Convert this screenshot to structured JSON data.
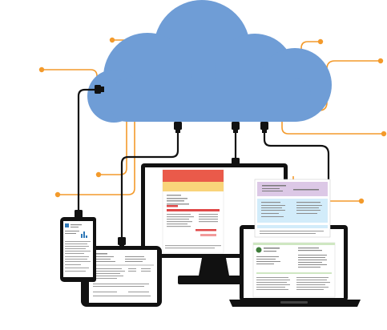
{
  "diagram": {
    "nodes": [
      {
        "id": "cloud",
        "kind": "cloud-storage"
      },
      {
        "id": "phone",
        "kind": "smartphone"
      },
      {
        "id": "tablet",
        "kind": "tablet"
      },
      {
        "id": "monitor",
        "kind": "desktop-monitor"
      },
      {
        "id": "laptop",
        "kind": "laptop"
      }
    ],
    "connections": [
      {
        "from": "cloud",
        "to": "phone"
      },
      {
        "from": "cloud",
        "to": "tablet"
      },
      {
        "from": "cloud",
        "to": "monitor"
      },
      {
        "from": "cloud",
        "to": "laptop"
      }
    ],
    "orange_callouts": 8
  },
  "colors": {
    "cloud": "#6f9dd6",
    "cable": "#111111",
    "callout": "#f39a2b",
    "device": "#111111",
    "invoice_header_red": "#ea5a4a",
    "invoice_header_yellow": "#f9d47a",
    "invoice_accent_red": "#e04848",
    "doc_lilac": "#dcc8e6",
    "doc_lightblue": "#d2ecfa",
    "doc_green": "#cfe7c2",
    "phone_accent_blue": "#2f78b7"
  }
}
